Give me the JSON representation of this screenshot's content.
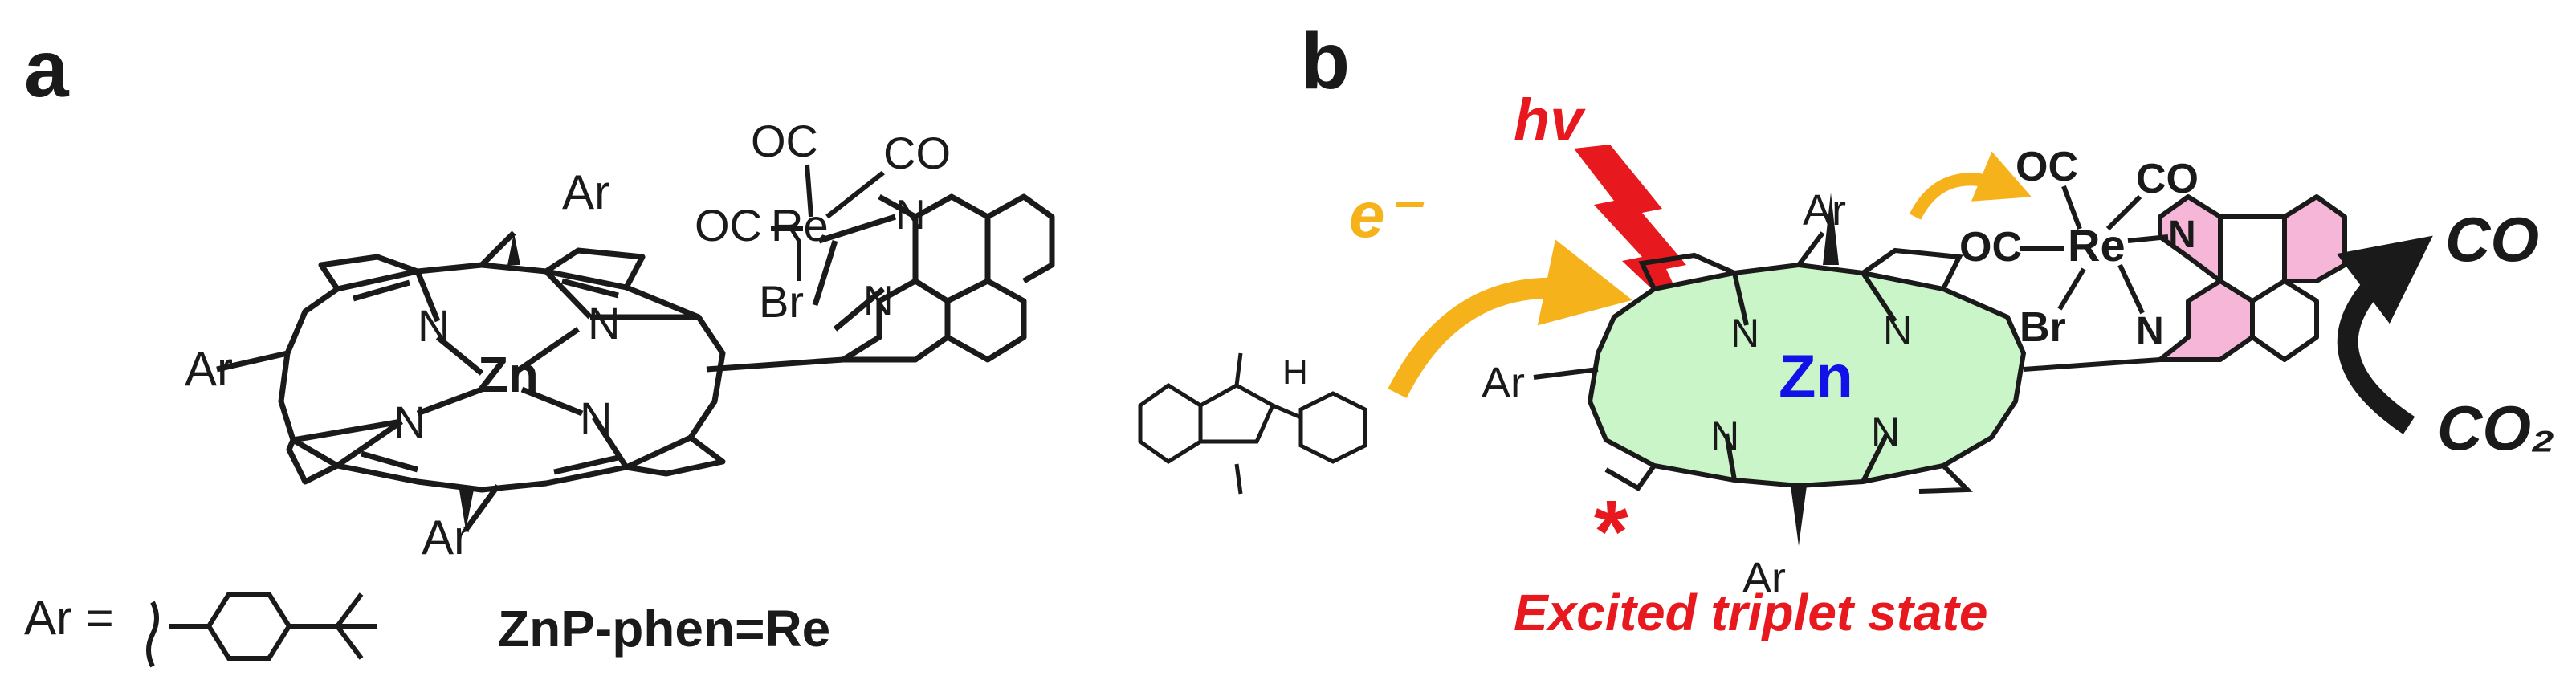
{
  "colors": {
    "ink": "#1a1a1a",
    "red": "#e8191e",
    "orange": "#f6b21a",
    "zinc_blue": "#1212e8",
    "porphyrin_fill": "#c9f5c9",
    "phen_fill": "#f5b6d8"
  },
  "panel_a": {
    "letter": "a",
    "compound_name": "ZnP-phen=Re",
    "ar_definition": "Ar =",
    "labels": {
      "ar": "Ar",
      "zn": "Zn",
      "n": "N",
      "re": "Re",
      "oc": "OC",
      "co": "CO",
      "br": "Br"
    }
  },
  "panel_b": {
    "letter": "b",
    "light": "hv",
    "electron": "e⁻",
    "excited_marker": "*",
    "excited_state": "Excited triplet state",
    "product": "CO",
    "substrate": "CO₂",
    "labels": {
      "ar": "Ar",
      "zn": "Zn",
      "n": "N",
      "re": "Re",
      "oc": "OC",
      "co": "CO",
      "br": "Br",
      "h": "H"
    }
  }
}
